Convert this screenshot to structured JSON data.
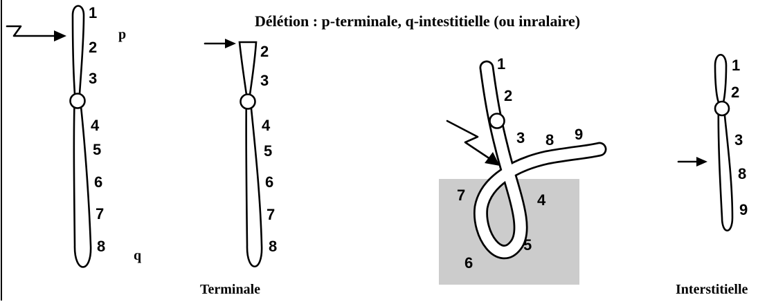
{
  "title": "Délétion : p-terminale, q-intestitielle (ou inralaire)",
  "normal": {
    "bands": [
      "1",
      "2",
      "3",
      "4",
      "5",
      "6",
      "7",
      "8"
    ],
    "arm_p": "p",
    "arm_q": "q"
  },
  "terminal": {
    "bands": [
      "2",
      "3",
      "4",
      "5",
      "6",
      "7",
      "8"
    ],
    "caption": "Terminale"
  },
  "loop": {
    "bands": [
      "1",
      "2",
      "3",
      "8",
      "9",
      "7",
      "4",
      "5",
      "6"
    ]
  },
  "interstitial": {
    "bands": [
      "1",
      "2",
      "3",
      "8",
      "9"
    ],
    "caption": "Interstitielle"
  },
  "colors": {
    "ink": "#000000",
    "loop_box": "#cccccc",
    "background": "#ffffff"
  }
}
